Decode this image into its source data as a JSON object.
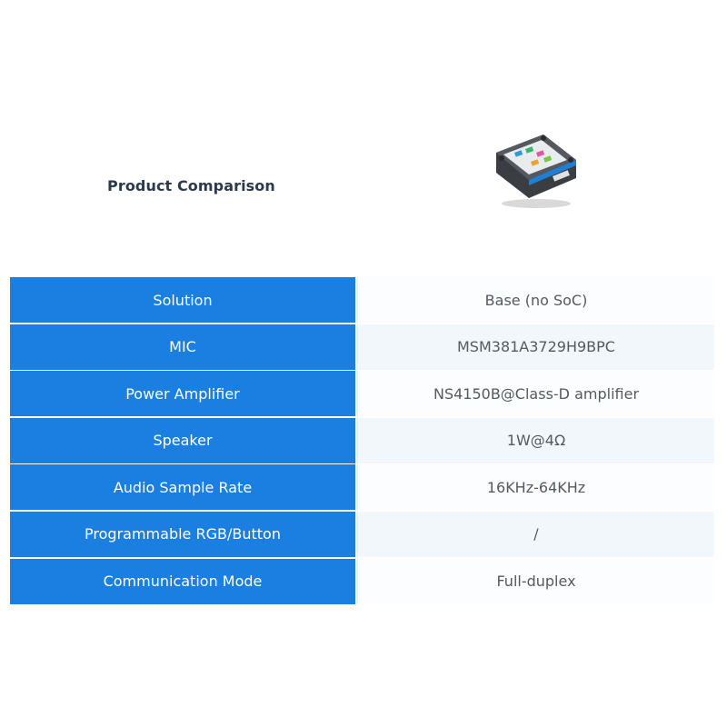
{
  "header": {
    "title": "Product Comparison"
  },
  "colors": {
    "label_background": "#1a7fe0",
    "label_text": "#ffffff",
    "value_text": "#555a60",
    "title_text": "#2b3a4d"
  },
  "table": {
    "rows": [
      {
        "label": "Solution",
        "value": "Base (no SoC)"
      },
      {
        "label": "MIC",
        "value": "MSM381A3729H9BPC"
      },
      {
        "label": "Power Amplifier",
        "value": "NS4150B@Class-D amplifier"
      },
      {
        "label": "Speaker",
        "value": "1W@4Ω"
      },
      {
        "label": "Audio Sample Rate",
        "value": "16KHz-64KHz"
      },
      {
        "label": "Programmable RGB/Button",
        "value": "/"
      },
      {
        "label": "Communication Mode",
        "value": "Full-duplex"
      }
    ]
  }
}
